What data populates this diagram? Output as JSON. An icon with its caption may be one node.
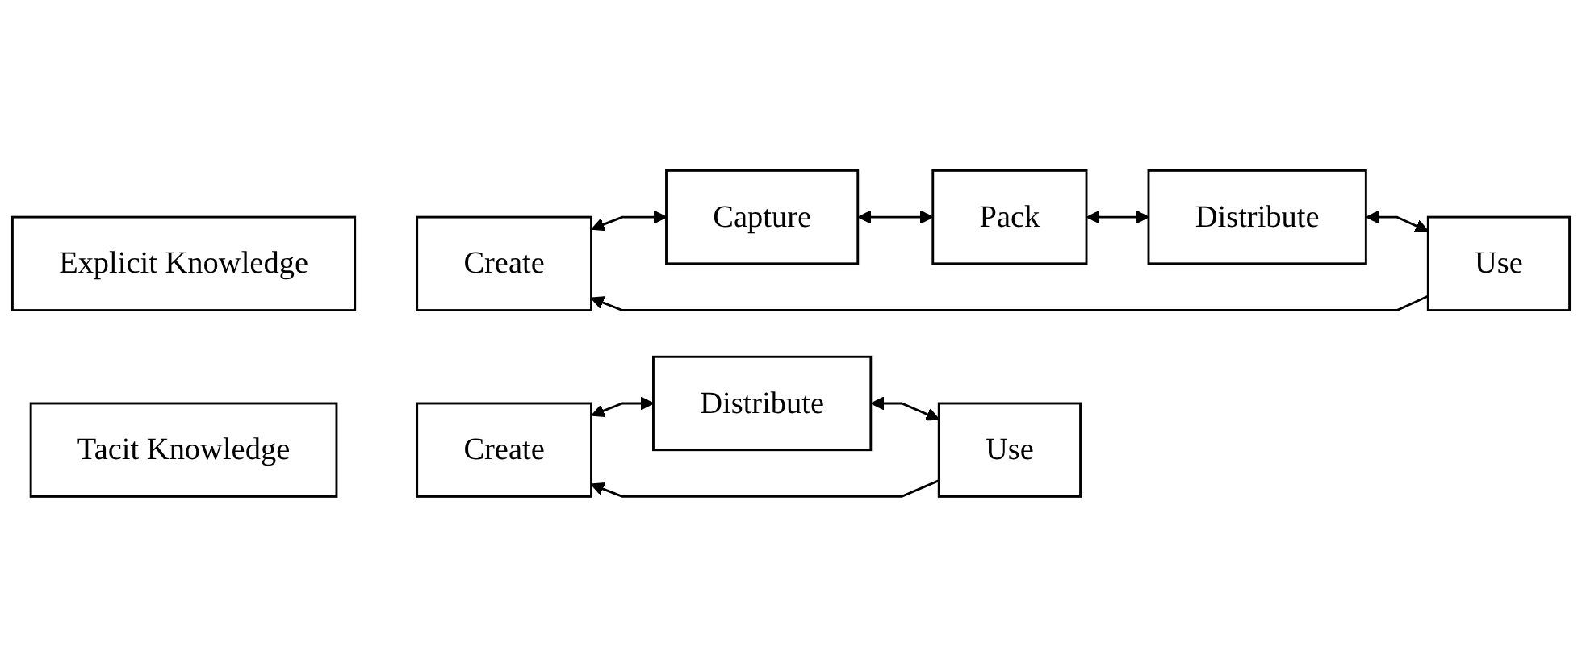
{
  "diagram": {
    "nodes": [
      {
        "text": [
          "Explicit Knowledge"
        ]
      },
      {
        "text": [
          "Create"
        ]
      },
      {
        "text": [
          "Capture"
        ]
      },
      {
        "text": [
          "Pack"
        ]
      },
      {
        "text": [
          "Distribute"
        ]
      },
      {
        "text": [
          "Use"
        ]
      },
      {
        "text": [
          "Tacit Knowledge"
        ]
      },
      {
        "text": [
          "Create"
        ]
      },
      {
        "text": [
          "Distribute"
        ]
      },
      {
        "text": [
          "Use"
        ]
      }
    ],
    "edges": [
      {
        "from": 1,
        "to": 2,
        "arrow": "both"
      },
      {
        "from": 2,
        "to": 3,
        "arrow": "both"
      },
      {
        "from": 3,
        "to": 4,
        "arrow": "both"
      },
      {
        "from": 4,
        "to": 5,
        "arrow": "both"
      },
      {
        "from": 5,
        "to": 1,
        "arrow": "to"
      },
      {
        "from": 7,
        "to": 8,
        "arrow": "both"
      },
      {
        "from": 8,
        "to": 9,
        "arrow": "both"
      },
      {
        "from": 9,
        "to": 7,
        "arrow": "to"
      }
    ]
  }
}
